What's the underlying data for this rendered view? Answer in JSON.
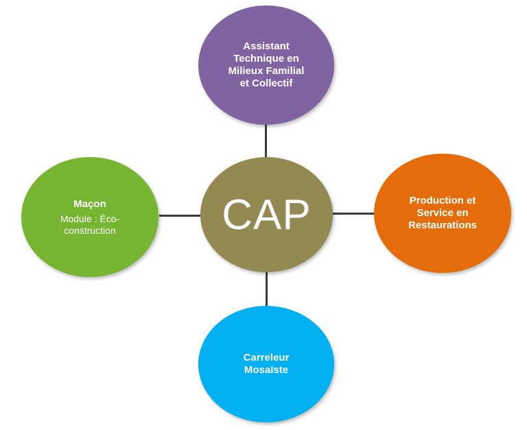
{
  "diagram": {
    "center": {
      "label": "CAP",
      "color": "#938953"
    },
    "top": {
      "title": "Assistant\nTechnique en\nMilieux Familial\net Collectif",
      "color": "#8064a2"
    },
    "left": {
      "title": "Maçon",
      "subtitle": "Module : Éco-\nconstruction",
      "color": "#76b531"
    },
    "right": {
      "title": "Production et\nService en\nRestaurations",
      "color": "#e46c0a"
    },
    "bottom": {
      "title": "Carreleur\nMosaïste",
      "color": "#00b0f0"
    },
    "connector_color": "#3a3a3a"
  }
}
